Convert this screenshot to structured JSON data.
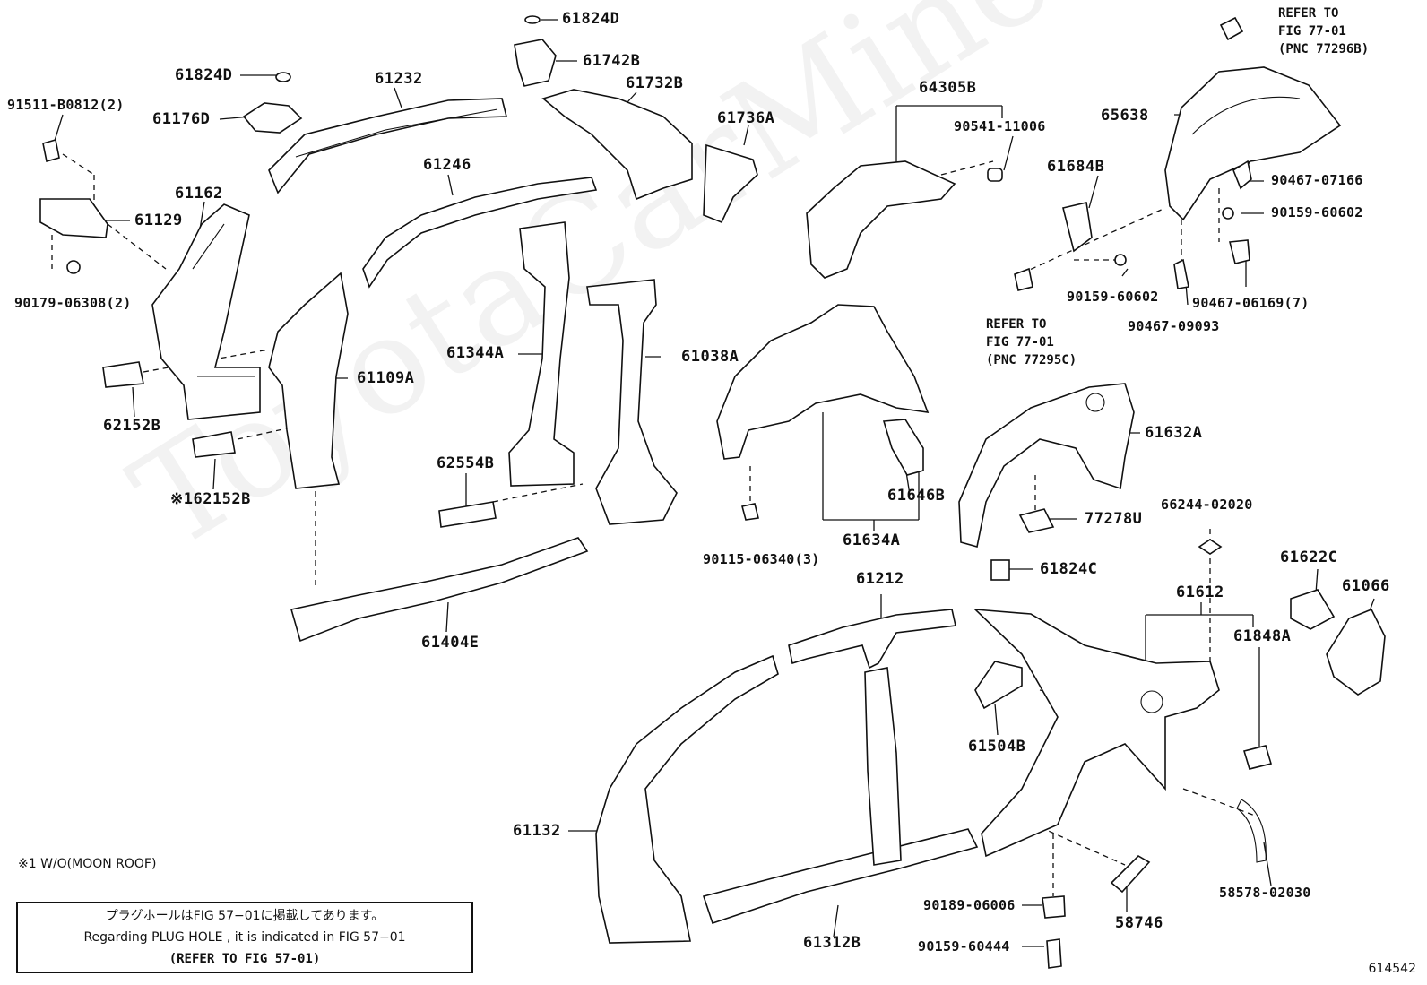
{
  "labels": {
    "p61824D_top": "61824D",
    "p61742B": "61742B",
    "p61824D_left": "61824D",
    "p61176D": "61176D",
    "p61232": "61232",
    "p61732B": "61732B",
    "p61736A": "61736A",
    "p64305B": "64305B",
    "p90541": "90541-11006",
    "p65638": "65638",
    "p91511": "91511-B0812(2)",
    "p61246": "61246",
    "p61162": "61162",
    "p61129": "61129",
    "p61684B": "61684B",
    "p90467_07166": "90467-07166",
    "p90159_60602_r": "90159-60602",
    "p90179": "90179-06308(2)",
    "p90159_60602_m": "90159-60602",
    "p90467_06169": "90467-06169(7)",
    "p90467_09093": "90467-09093",
    "p61344A": "61344A",
    "p61038A": "61038A",
    "p61109A": "61109A",
    "p62152B": "62152B",
    "p62152B_star": "※162152B",
    "p62554B": "62554B",
    "p61632A": "61632A",
    "p61646B": "61646B",
    "p77278U": "77278U",
    "p66244": "66244-02020",
    "p61634A": "61634A",
    "p90115": "90115-06340(3)",
    "p61824C": "61824C",
    "p61622C": "61622C",
    "p61066": "61066",
    "p61212": "61212",
    "p61612": "61612",
    "p61404E": "61404E",
    "p61848A": "61848A",
    "p61504B": "61504B",
    "p61132": "61132",
    "p58578": "58578-02030",
    "p90189": "90189-06006",
    "p58746": "58746",
    "p61312B": "61312B",
    "p90159_60444": "90159-60444"
  },
  "refs": {
    "top_right": "REFER TO\nFIG 77-01\n(PNC 77296B)",
    "middle": "REFER TO\nFIG 77-01\n(PNC 77295C)"
  },
  "footnote": "※1 W/O(MOON ROOF)",
  "notice": {
    "line1": "プラグホールはFIG 57−01に掲載してあります。",
    "line2": "Regarding  PLUG  HOLE , it is indicated in  FIG  57−01",
    "line3": "(REFER TO FIG 57-01)"
  },
  "figure_number": "614542",
  "watermark": "ToyotaCarMine.ru"
}
